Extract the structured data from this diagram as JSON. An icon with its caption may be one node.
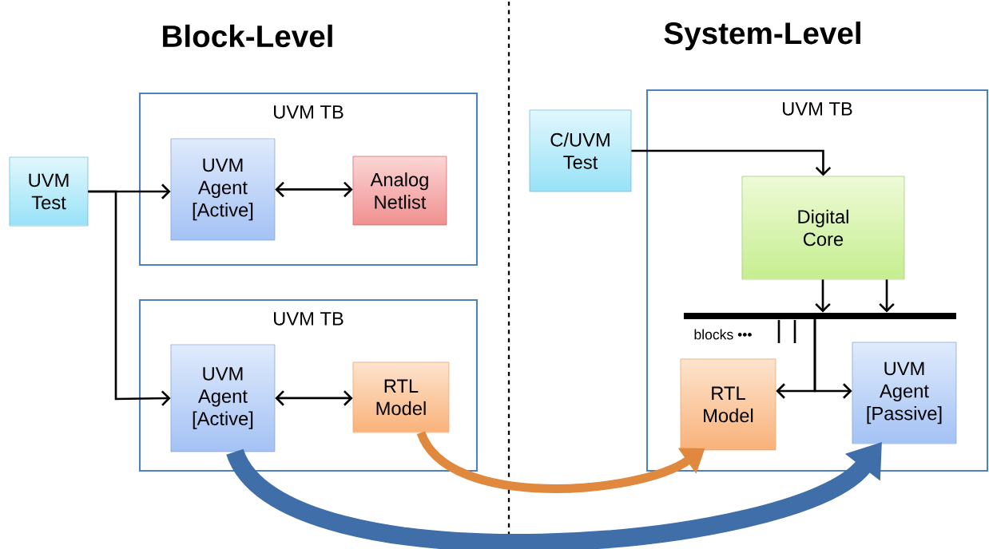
{
  "diagram": {
    "nodes": [
      {
        "text": [
          "UVM TB"
        ]
      },
      {
        "text": [
          "UVM Agent [Active]"
        ],
        "in": 0
      },
      {
        "text": [
          "Analog Netlist"
        ],
        "in": 0
      },
      {
        "text": [
          "UVM TB"
        ]
      },
      {
        "text": [
          "UVM Agent [Active]"
        ],
        "in": 3
      },
      {
        "text": [
          "RTL Model"
        ],
        "in": 3
      },
      {
        "text": [
          "UVM Test"
        ]
      },
      {
        "text": [
          "UVM TB"
        ]
      },
      {
        "text": [
          "C/UVM Test"
        ]
      },
      {
        "text": [
          "Digital Core"
        ],
        "in": 7
      },
      {
        "text": [],
        "shape": "bar",
        "in": 7
      },
      {
        "text": [
          "RTL Model"
        ],
        "in": 7
      },
      {
        "text": [
          "UVM Agent [Passive]"
        ],
        "in": 7
      }
    ],
    "edges": [
      {
        "from": 6,
        "to": 1,
        "arrow": "to"
      },
      {
        "from": 6,
        "to": 4,
        "arrow": "to"
      },
      {
        "from": 1,
        "to": 2,
        "arrow": "both"
      },
      {
        "from": 4,
        "to": 5,
        "arrow": "both"
      },
      {
        "from": 8,
        "to": 9,
        "arrow": "to"
      },
      {
        "from": 9,
        "to": 10,
        "arrow": "to"
      },
      {
        "from": 9,
        "to": 10,
        "arrow": "to"
      },
      {
        "from": 10,
        "to": 11,
        "arrow": "to"
      },
      {
        "from": 10,
        "to": 12,
        "arrow": "to"
      },
      {
        "from": 5,
        "to": 11,
        "arrow": "to",
        "style": "thick",
        "color": "#e0883e"
      },
      {
        "from": 4,
        "to": 12,
        "arrow": "to",
        "style": "thick",
        "color": "#3f6ea8"
      }
    ],
    "labels": [
      "Block-Level",
      "System-Level",
      "blocks •••"
    ]
  }
}
